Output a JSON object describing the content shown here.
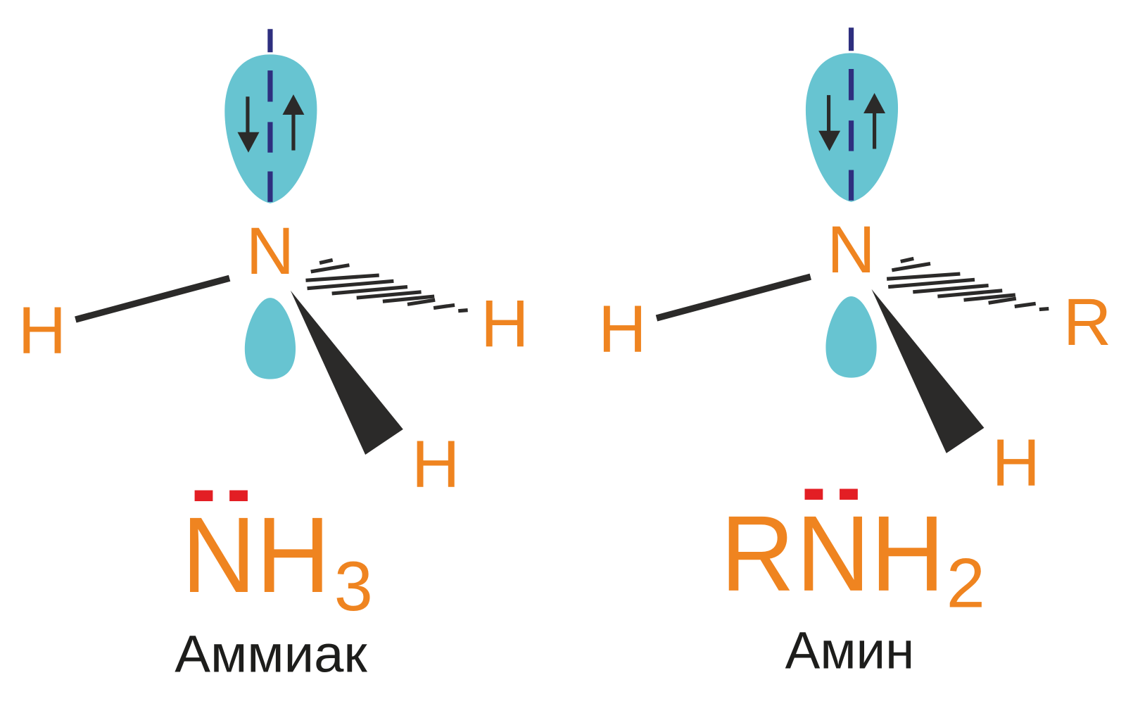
{
  "colors": {
    "atom": "#ef8420",
    "orbital": "#67c4d1",
    "axis": "#2e2f7f",
    "bond": "#2b2a29",
    "lone_pair": "#e31e24",
    "label": "#1d1d1b"
  },
  "ammonia": {
    "central_atom": "N",
    "substituents": {
      "left": "H",
      "right": "H",
      "bottom": "H"
    },
    "formula": {
      "main": "NH",
      "subscript": "3"
    },
    "name": "Аммиак"
  },
  "amine": {
    "central_atom": "N",
    "substituents": {
      "left": "H",
      "right": "R",
      "bottom": "H"
    },
    "formula": {
      "prefix": "R",
      "main": "NH",
      "subscript": "2"
    },
    "name": "Амин"
  }
}
